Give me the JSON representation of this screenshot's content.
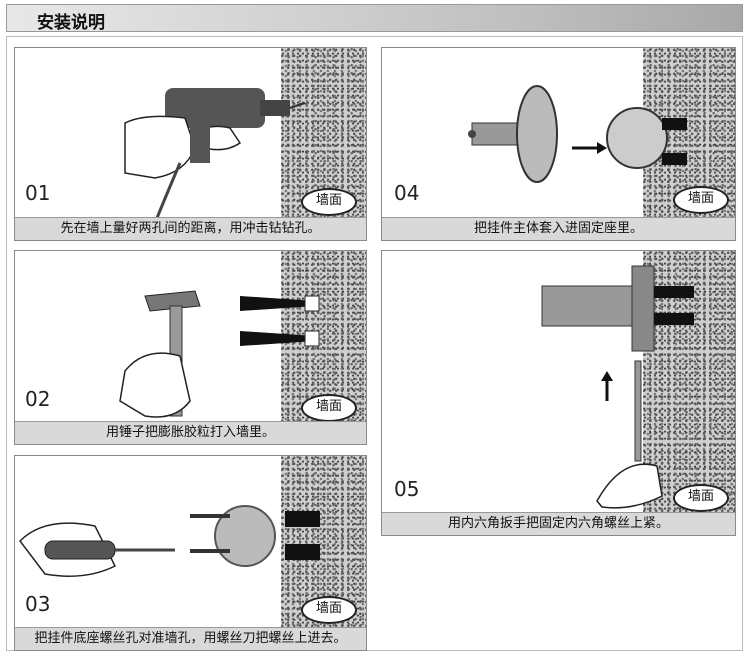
{
  "header": {
    "title": "安装说明"
  },
  "wall_label": "墙面",
  "steps": [
    {
      "number": "01",
      "caption": "先在墙上量好两孔间的距离，用冲击钻钻孔。",
      "icon": "drill-icon"
    },
    {
      "number": "02",
      "caption": "用锤子把膨胀胶粒打入墙里。",
      "icon": "hammer-icon"
    },
    {
      "number": "03",
      "caption": "把挂件底座螺丝孔对准墙孔，用螺丝刀把螺丝上进去。",
      "icon": "screwdriver-icon"
    },
    {
      "number": "04",
      "caption": "把挂件主体套入进固定座里。",
      "icon": "mount-icon"
    },
    {
      "number": "05",
      "caption": "用内六角扳手把固定内六角螺丝上紧。",
      "icon": "hex-key-icon"
    }
  ]
}
